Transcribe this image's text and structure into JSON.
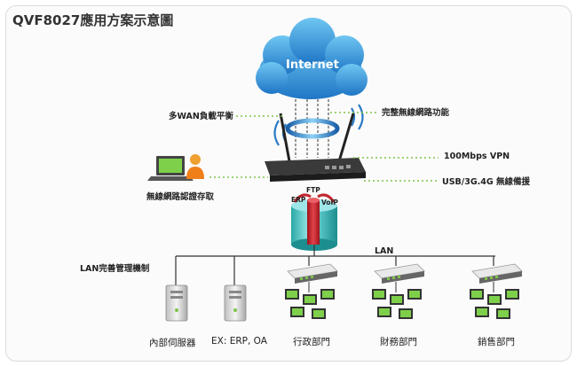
{
  "title": "QVF8027應用方案示意圖",
  "cloud_label": "Internet",
  "features": {
    "multi_wan": "多WAN負載平衡",
    "wireless": "完整無線網路功能",
    "vpn": "100Mbps VPN",
    "backup": "USB/3G.4G 無線備援",
    "auth": "無線網路認證存取"
  },
  "protocols": {
    "ftp": "FTP",
    "erp": "ERP",
    "voip": "VoIP"
  },
  "lan_label": "LAN",
  "lan_management": "LAN完善管理機制",
  "branches": {
    "internal_server": "內部伺服器",
    "erp_server": "EX: ERP, OA",
    "admin": "行政部門",
    "finance": "財務部門",
    "sales": "銷售部門"
  }
}
